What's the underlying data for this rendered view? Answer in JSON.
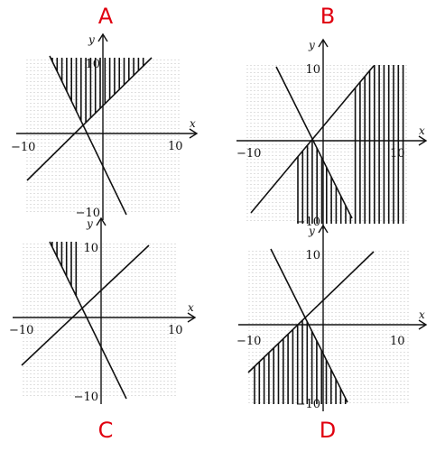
{
  "options": [
    {
      "letter": "A",
      "labels": {
        "xmin": "−10",
        "xmax": "10",
        "ymax": "10",
        "ymin": "−10",
        "x": "x",
        "y": "y"
      },
      "shading": "hatch-top"
    },
    {
      "letter": "B",
      "labels": {
        "xmin": "−10",
        "xmax": "10",
        "ymax": "10",
        "ymin": "−10",
        "x": "x",
        "y": "y"
      },
      "shading": "hatch-right"
    },
    {
      "letter": "C",
      "labels": {
        "xmin": "−10",
        "xmax": "10",
        "ymax": "10",
        "ymin": "−10",
        "x": "x",
        "y": "y"
      },
      "shading": "hatch-left"
    },
    {
      "letter": "D",
      "labels": {
        "xmin": "−10",
        "xmax": "10",
        "ymax": "10",
        "ymin": "−10",
        "x": "x",
        "y": "y"
      },
      "shading": "hatch-bottom"
    }
  ],
  "colors": {
    "letter": "#e0000f",
    "ink": "#111111",
    "grid": "#9a9a9a"
  }
}
